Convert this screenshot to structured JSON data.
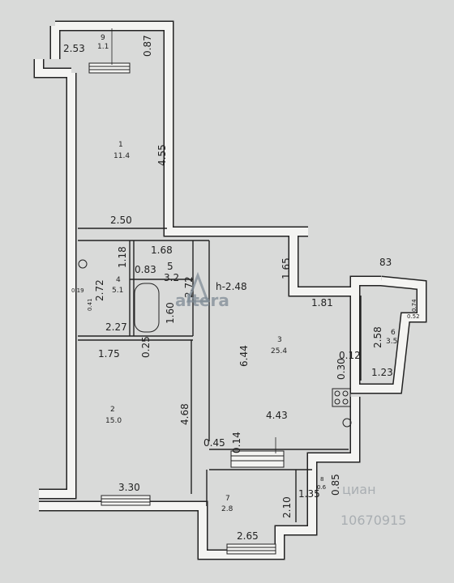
{
  "colors": {
    "background": "#d9dad9",
    "wall": "#ffffff",
    "line": "#222222",
    "watermark": "#7f8b95"
  },
  "watermarks": {
    "logo": "altera",
    "listing_id": "10670915",
    "site": "циан"
  },
  "rooms": [
    {
      "number": "9",
      "area": "1.1"
    },
    {
      "number": "1",
      "area": "11.4"
    },
    {
      "number": "4",
      "area": "5.1"
    },
    {
      "number": "5",
      "area": "3.2"
    },
    {
      "number": "2",
      "area": "15.0"
    },
    {
      "number": "3",
      "area": "25.4"
    },
    {
      "number": "6",
      "area": "3.5"
    },
    {
      "number": "7",
      "area": "2.8"
    },
    {
      "number": "8",
      "area": "0.6"
    }
  ],
  "dimensions": {
    "balcony9_width": "2.53",
    "balcony9_depth": "0.87",
    "room1_length": "4.55",
    "room1_width": "2.50",
    "corridor_width": "1.68",
    "room5_small": "1.18",
    "room5_width": "0.83",
    "room4_length": "2.72",
    "room4_width": "2.27",
    "room4_small_a": "0.19",
    "room4_small_b": "0.41",
    "room5_length": "1.60",
    "partition": "0.25",
    "room2_width": "1.75",
    "room2_length": "4.68",
    "room2_outer": "3.30",
    "corridor_length": "2.72",
    "ceiling_height": "h-2.48",
    "room3_top": "1.65",
    "room3_step": "1.81",
    "room3_length": "6.44",
    "room3_width": "4.43",
    "room3_small_a": "0.12",
    "room3_small_b": "0.30",
    "room3_small_c": "0.45",
    "room3_small_d": "0.14",
    "room6_top": "83",
    "room6_side": "0.74",
    "room6_small": "0.52",
    "room6_length": "2.58",
    "room6_width": "1.23",
    "room7_length": "2.10",
    "room7_width": "2.65",
    "room8_width": "1.35",
    "room8_depth": "0.85"
  }
}
